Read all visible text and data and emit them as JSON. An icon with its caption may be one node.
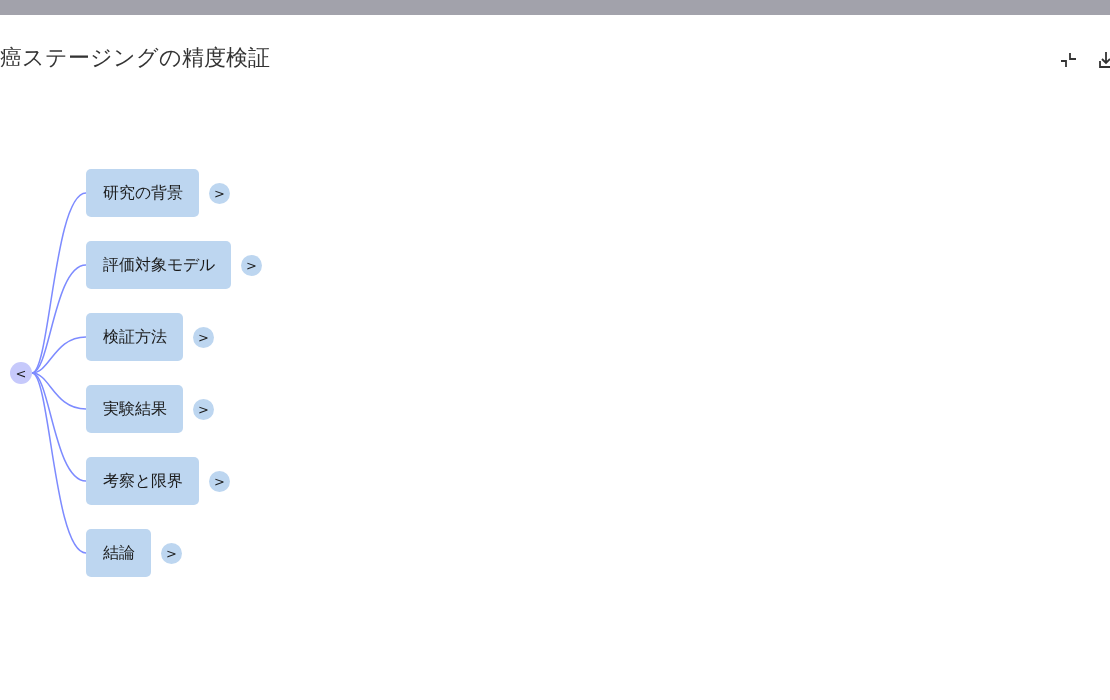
{
  "diagram": {
    "title": "癌ステージングの精度検証",
    "nodes": [
      {
        "text": [
          "<"
        ]
      },
      {
        "text": [
          "研究の背景"
        ],
        "beside": [
          ">"
        ]
      },
      {
        "text": [
          "評価対象モデル"
        ],
        "beside": [
          ">"
        ]
      },
      {
        "text": [
          "検証方法"
        ],
        "beside": [
          ">"
        ]
      },
      {
        "text": [
          "実験結果"
        ],
        "beside": [
          ">"
        ]
      },
      {
        "text": [
          "考察と限界"
        ],
        "beside": [
          ">"
        ]
      },
      {
        "text": [
          "結論"
        ],
        "beside": [
          ">"
        ]
      }
    ],
    "edges": [
      {
        "from": 0,
        "to": 1,
        "arrow": "none"
      },
      {
        "from": 0,
        "to": 2,
        "arrow": "none"
      },
      {
        "from": 0,
        "to": 3,
        "arrow": "none"
      },
      {
        "from": 0,
        "to": 4,
        "arrow": "none"
      },
      {
        "from": 0,
        "to": 5,
        "arrow": "none"
      },
      {
        "from": 0,
        "to": 6,
        "arrow": "none"
      }
    ]
  }
}
